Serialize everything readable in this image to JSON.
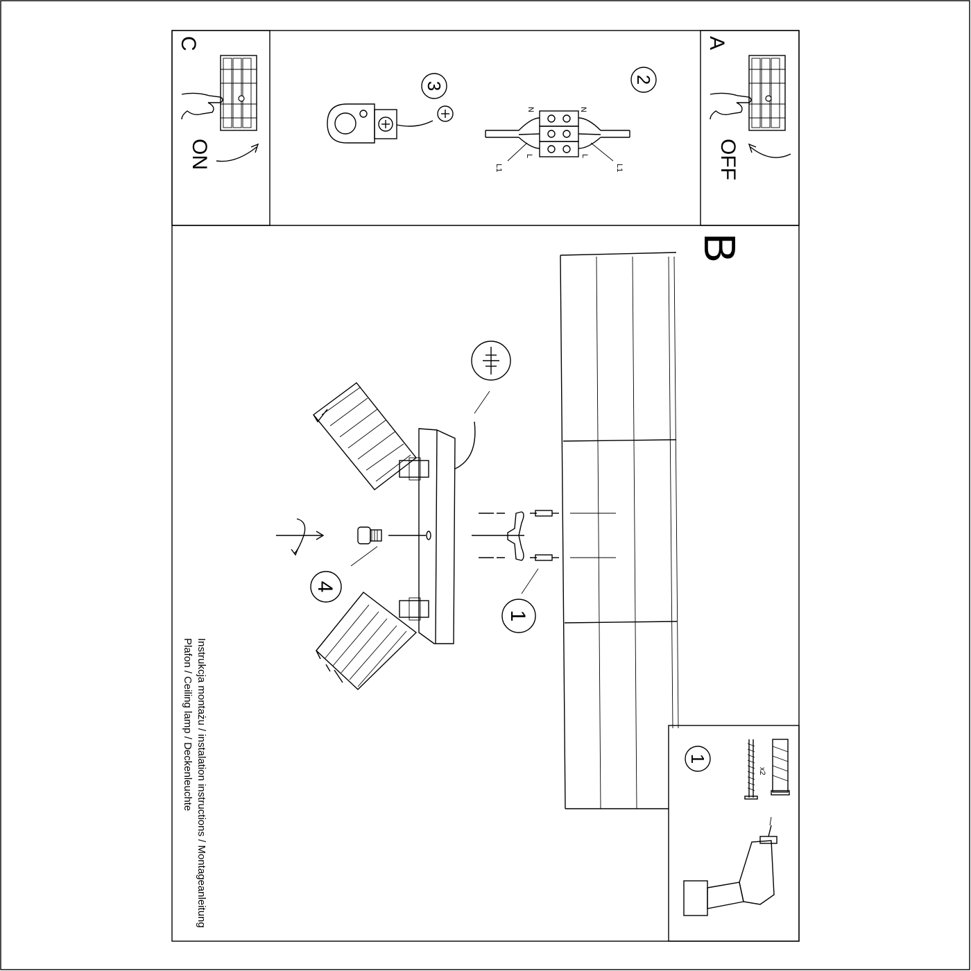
{
  "sheet": {
    "panel_a_letter": "A",
    "panel_a_state": "OFF",
    "panel_b_letter": "B",
    "panel_c_letter": "C",
    "panel_c_state": "ON"
  },
  "steps": {
    "step1": "1",
    "step2": "2",
    "step3": "3",
    "step4": "4",
    "parts_step": "1",
    "parts_qty": "x2"
  },
  "wiring": {
    "n_left": "N",
    "n_right": "N",
    "l_left": "L",
    "l_right": "L",
    "l1_left": "L1",
    "l1_right": "L1"
  },
  "footer": {
    "line1": "Instrukcja montażu / instalation instructions / Montageanleitung",
    "line2": "Plafon / Ceiling lamp / Deckenleuchte"
  },
  "icons": [
    "circuit-breaker-icon",
    "hand-icon",
    "arrow-icon",
    "ground-symbol-icon",
    "drill-icon",
    "screw-icon",
    "wall-plug-icon",
    "terminal-block-icon"
  ]
}
